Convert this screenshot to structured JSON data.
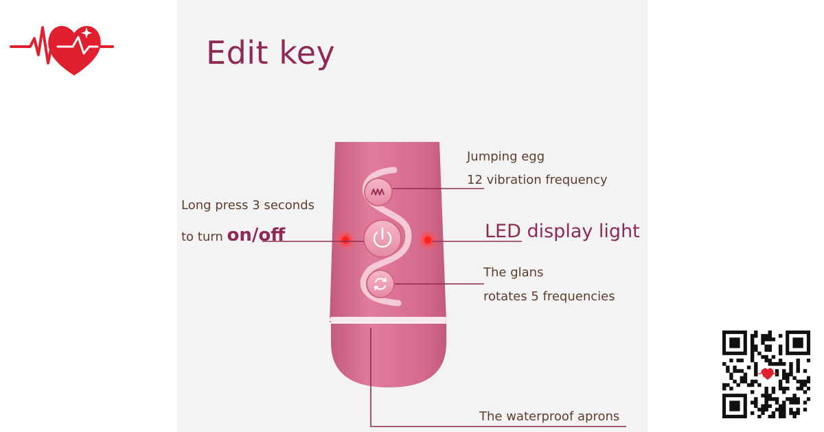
{
  "title": "Edit key",
  "labels": {
    "top_line1": "Jumping egg",
    "top_line2": "12 vibration frequency",
    "left_line1": "Long press 3 seconds",
    "left_line2_prefix": "to turn",
    "left_line2_emph": "on/off",
    "right_led": "LED display light",
    "bottom_line1": "The glans",
    "bottom_line2": "rotates 5 frequencies",
    "aprons": "The waterproof aprons"
  },
  "icons": {
    "logo": "heart-heartbeat-icon",
    "top_button": "wave-icon",
    "middle_button": "power-icon",
    "bottom_button": "rotate-icon",
    "qr": "qr-code-icon"
  },
  "colors": {
    "accent": "#8e2a55",
    "device_pink": "#d86c8e",
    "led_red": "#ff2a2a",
    "heart_red": "#e0202e"
  }
}
